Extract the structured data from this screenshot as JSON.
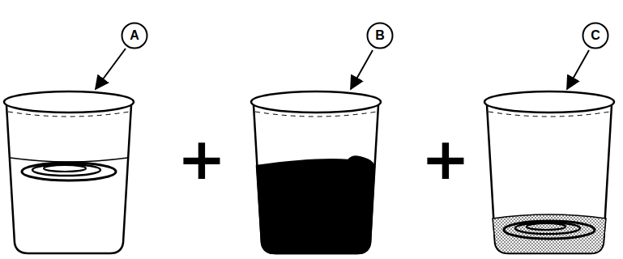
{
  "diagram": {
    "nodes": [
      {
        "text": [
          "A"
        ]
      },
      {
        "text": [
          "B"
        ]
      },
      {
        "text": [
          "C"
        ]
      }
    ],
    "labels": [
      "+",
      "+"
    ]
  }
}
